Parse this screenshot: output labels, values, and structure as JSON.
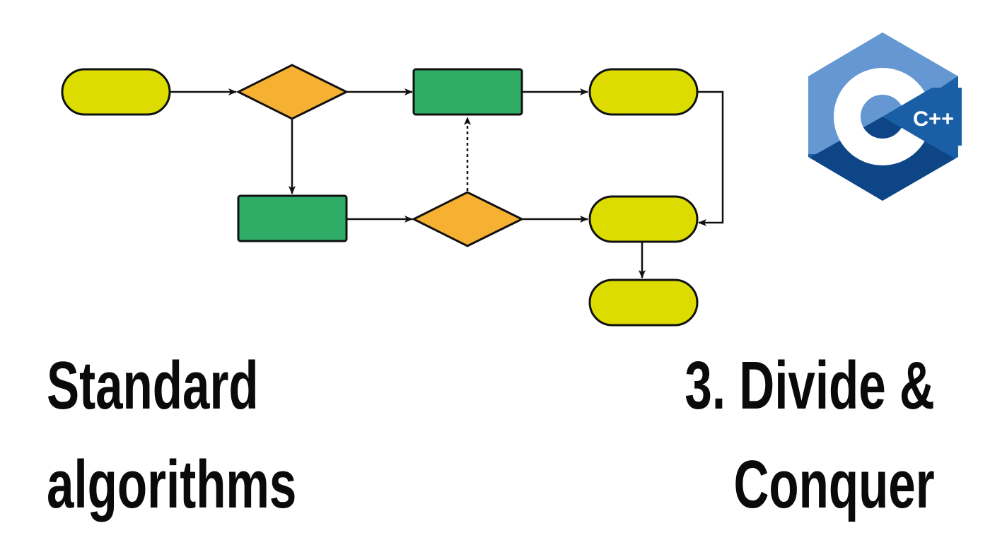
{
  "colors": {
    "terminal_fill": "#dcdc00",
    "decision_fill": "#f7b132",
    "process_fill": "#2fac66",
    "stroke": "#111111",
    "logo_light": "#6598d3",
    "logo_mid": "#1a5ea6",
    "logo_dark": "#0e4587"
  },
  "logo": {
    "text": "C++",
    "icon": "cpp-logo-icon"
  },
  "title_left": {
    "line1": "Standard",
    "line2": "algorithms"
  },
  "title_right": {
    "line1": "3. Divide &",
    "line2": "Conquer"
  }
}
